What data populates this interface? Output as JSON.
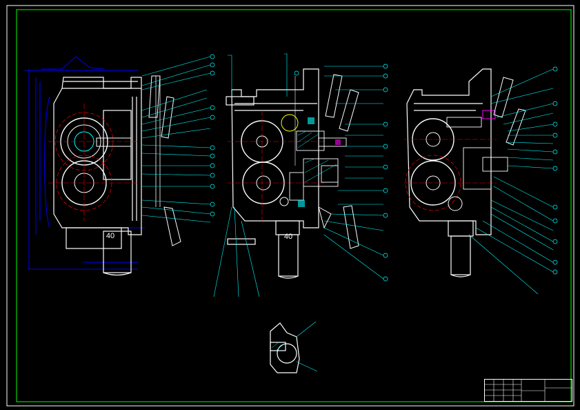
{
  "drawing": {
    "background": "#000000",
    "colors": {
      "outline": "#ffffff",
      "leader": "#00ffff",
      "centerline": "#ff0000",
      "dimension": "#0000ff",
      "frame": "#00ff00",
      "label": "#ffff00",
      "highlight": "#ff00ff"
    },
    "views": [
      {
        "name": "left-section-view"
      },
      {
        "name": "middle-section-view"
      },
      {
        "name": "right-section-view"
      },
      {
        "name": "detail-view"
      }
    ],
    "shaft_labels": [
      "40",
      "40"
    ]
  },
  "title_block": {
    "title_text": "",
    "code_text": "",
    "unit_text": ""
  }
}
